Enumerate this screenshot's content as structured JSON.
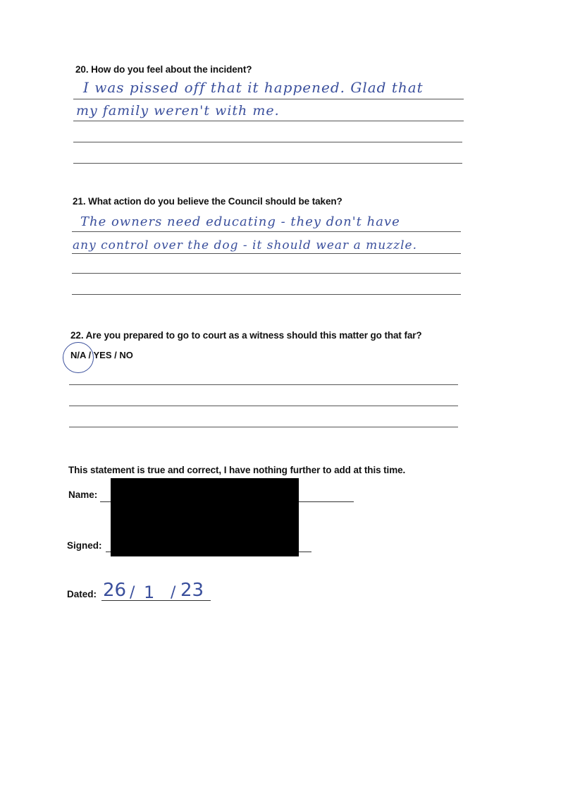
{
  "q20": {
    "question": "20. How do you feel about the incident?",
    "answer_line1": "I was pissed off that it happened. Glad that",
    "answer_line2": "my family weren't with me."
  },
  "q21": {
    "question": "21. What action do you believe the Council should be taken?",
    "answer_line1": "The owners need educating - they don't have",
    "answer_line2": "any control over the dog - it should wear a muzzle."
  },
  "q22": {
    "question": "22. Are you prepared to go to court as a witness should this matter go that far?",
    "options": "N/A / YES / NO",
    "selected": "N/A",
    "selected_mark": "/"
  },
  "declaration": {
    "text": "This statement is true and correct, I have nothing further to add at this time.",
    "name_label": "Name:",
    "signed_label": "Signed:",
    "dated_label": "Dated:",
    "date_day": "26",
    "date_month": "1",
    "date_year": "23",
    "date_sep": "/"
  },
  "colors": {
    "ink": "#3a4f9c",
    "redaction": "#000000"
  }
}
